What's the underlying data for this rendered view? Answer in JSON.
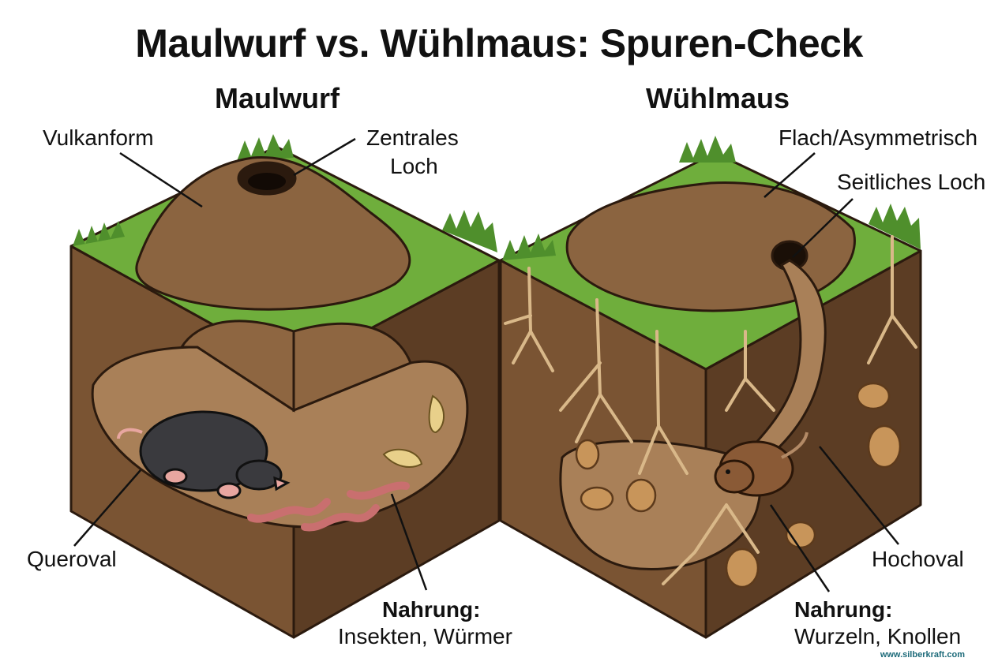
{
  "title": "Maulwurf vs. Wühlmaus: Spuren-Check",
  "mole": {
    "heading": "Maulwurf",
    "label_mound": "Vulkanform",
    "label_hole_line1": "Zentrales",
    "label_hole_line2": "Loch",
    "label_tunnel": "Queroval",
    "food_title": "Nahrung:",
    "food_text": "Insekten, Würmer"
  },
  "vole": {
    "heading": "Wühlmaus",
    "label_mound": "Flach/Asymmetrisch",
    "label_hole": "Seitliches Loch",
    "label_tunnel": "Hochoval",
    "food_title": "Nahrung:",
    "food_text": "Wurzeln, Knollen"
  },
  "website": "www.silberkraft.com",
  "colors": {
    "grass": "#6fae3c",
    "grass_dark": "#3f7a22",
    "soil_front": "#7a5433",
    "soil_side": "#5c3d24",
    "soil_mound": "#8b6440",
    "tunnel": "#a98058",
    "outline": "#2b1a0e"
  }
}
